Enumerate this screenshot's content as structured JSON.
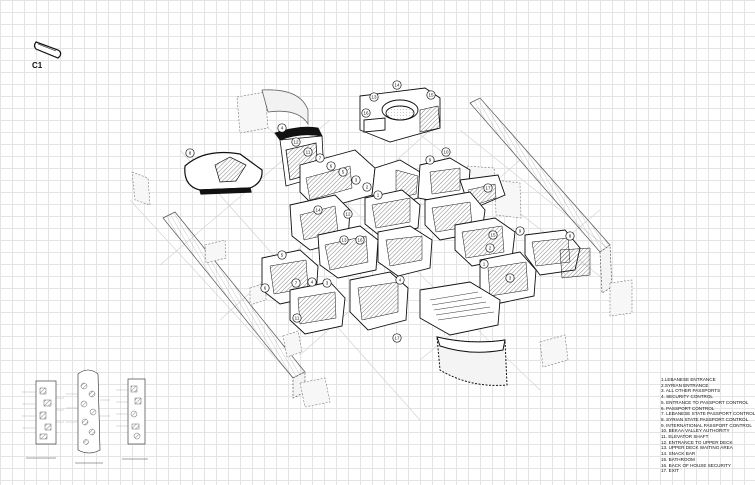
{
  "sheet": {
    "label": "C1"
  },
  "legend": {
    "items": [
      "1.LEBANESE ENTRANCE",
      "2.SYRIAN ENTRANCE",
      "3. ALL OTHER PASSPORTS",
      "4. SECURITY CONTROL",
      "5. ENTRANCE TO PASSPORT CONTROL",
      "6. PASSPORT CONTROL",
      "7. LEBANESE STATE PASSPORT CONTROL",
      "8. SYRIAN STATE PASSPORT CONTROL",
      "9. INTERNATIONAL PASSPORT CONTROL",
      "10. BEKAA VALLEY AUTHORITY",
      "11. ELEVATOR SHAFT",
      "12. ENTRANCE TO UPPER DECK",
      "13. UPPER DECK WAITING AREA",
      "14. SNACK BAR",
      "15. BATHROOM",
      "16. BACK OF HOUSE SECURITY",
      "17. EXIT"
    ]
  },
  "markers": [
    "8",
    "14",
    "13",
    "15",
    "16",
    "4",
    "12",
    "11",
    "7",
    "6",
    "5",
    "3",
    "2",
    "1",
    "10",
    "9",
    "17",
    "5",
    "6",
    "7",
    "4",
    "3",
    "11",
    "14",
    "13",
    "16",
    "12",
    "8",
    "15",
    "9",
    "2",
    "1",
    "3",
    "17",
    "4"
  ],
  "key_plans": {
    "captions": [
      "",
      "",
      ""
    ]
  }
}
